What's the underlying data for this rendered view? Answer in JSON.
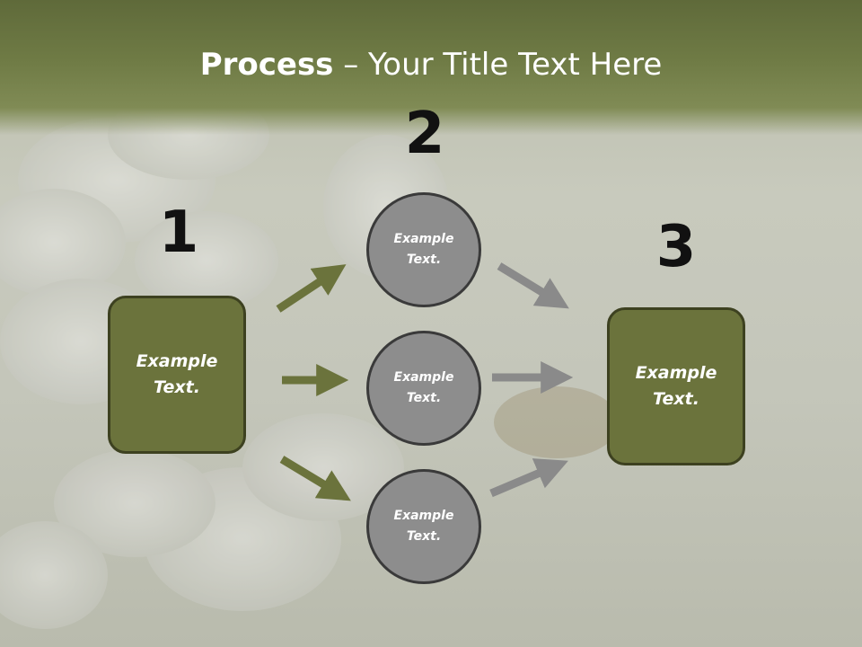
{
  "title": {
    "bold": "Process",
    "rest": " – Your Title Text Here"
  },
  "steps": [
    {
      "number": "1"
    },
    {
      "number": "2"
    },
    {
      "number": "3"
    }
  ],
  "boxes": [
    {
      "text": "Example Text."
    },
    {
      "text": "Example Text."
    }
  ],
  "circles": [
    {
      "text": "Example Text."
    },
    {
      "text": "Example Text."
    },
    {
      "text": "Example Text."
    }
  ],
  "colors": {
    "header": "#6f7b45",
    "box_fill": "#6b733c",
    "circle_fill": "#8d8d8d",
    "arrow_green": "#6b733c",
    "arrow_gray": "#8a8a8a"
  }
}
